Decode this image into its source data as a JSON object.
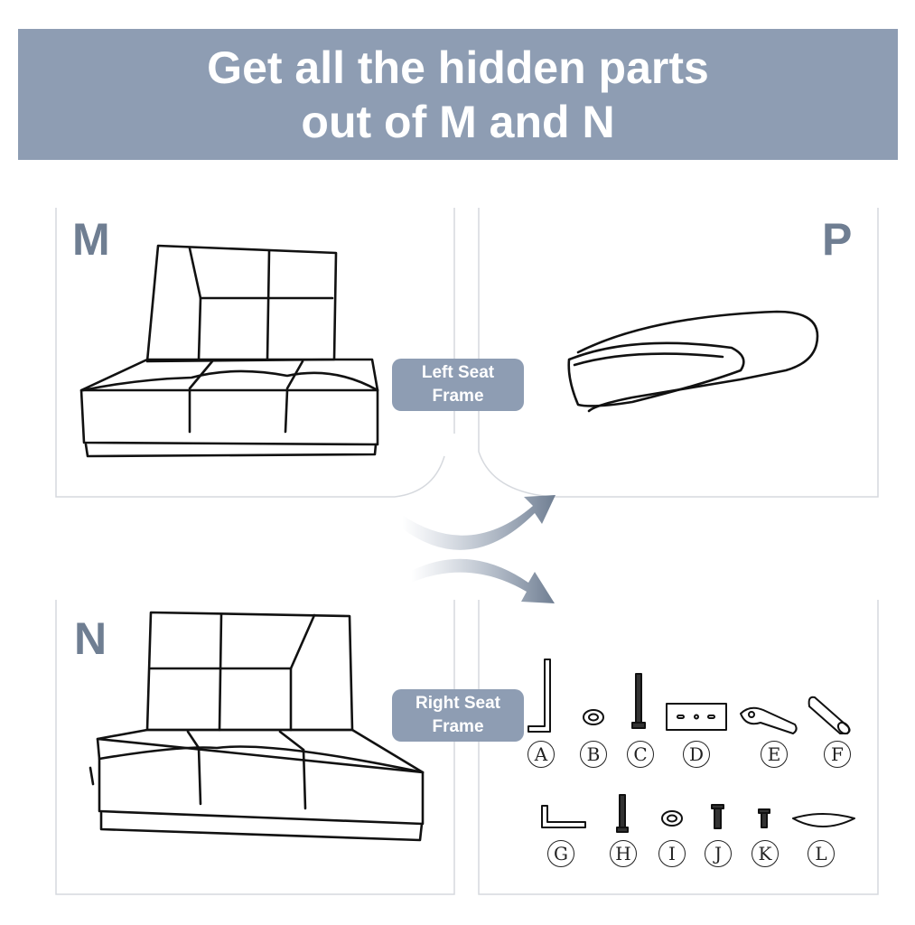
{
  "banner": {
    "line1": "Get all the hidden parts",
    "line2": "out of M and N"
  },
  "panels": {
    "m_label": "M",
    "n_label": "N",
    "p_label": "P"
  },
  "callouts": {
    "left_seat_line1": "Left Seat",
    "left_seat_line2": "Frame",
    "right_seat_line1": "Right Seat",
    "right_seat_line2": "Frame"
  },
  "parts": [
    "A",
    "B",
    "C",
    "D",
    "E",
    "F",
    "G",
    "H",
    "I",
    "J",
    "K",
    "L"
  ]
}
